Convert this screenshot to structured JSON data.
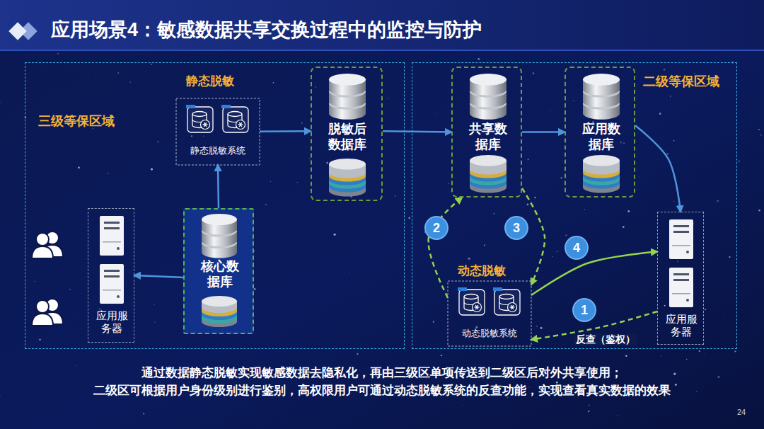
{
  "diagram": {
    "title": "应用场景4：敏感数据共享交换过程中的监控与防护",
    "caption": "通过数据静态脱敏实现敏感数据去隐私化，再由三级区单项传送到二级区后对外共享使用； 二级区可根据用户身份级别进行鉴别，高权限用户可通过动态脱敏系统的反查功能，实现查看真实数据的效果",
    "nodes": [
      {
        "text": [
          "三级等保区域"
        ]
      },
      {
        "text": [
          "静态脱敏",
          "静态脱敏系统"
        ],
        "in": 0
      },
      {
        "text": [
          "核心数据库"
        ],
        "in": 0
      },
      {
        "text": [
          "应用服务器"
        ],
        "in": 0
      },
      {
        "text": [
          "脱敏后数据库"
        ],
        "in": 0
      },
      {
        "text": [
          "二级等保区域"
        ]
      },
      {
        "text": [
          "共享数据库"
        ],
        "in": 5
      },
      {
        "text": [
          "应用数据库"
        ],
        "in": 5
      },
      {
        "text": [
          "应用服务器"
        ],
        "in": 5
      },
      {
        "text": [
          "动态脱敏",
          "动态脱敏系统"
        ],
        "in": 5
      }
    ],
    "edges": [
      {
        "from": 2,
        "to": 1,
        "arrow": "to"
      },
      {
        "from": 1,
        "to": 4,
        "arrow": "to"
      },
      {
        "from": 2,
        "to": 3,
        "arrow": "to"
      },
      {
        "from": 4,
        "to": 6,
        "arrow": "to"
      },
      {
        "from": 6,
        "to": 7,
        "arrow": "to"
      },
      {
        "from": 7,
        "to": 8,
        "arrow": "to"
      },
      {
        "from": 8,
        "to": 9,
        "label": "反查（鉴权）",
        "arrow": "to"
      },
      {
        "from": 9,
        "to": 6,
        "arrow": "to"
      },
      {
        "from": 6,
        "to": 9,
        "arrow": "to"
      },
      {
        "from": 9,
        "to": 8,
        "arrow": "to"
      }
    ],
    "labels": [
      "2",
      "3",
      "4",
      "1",
      "24"
    ]
  }
}
